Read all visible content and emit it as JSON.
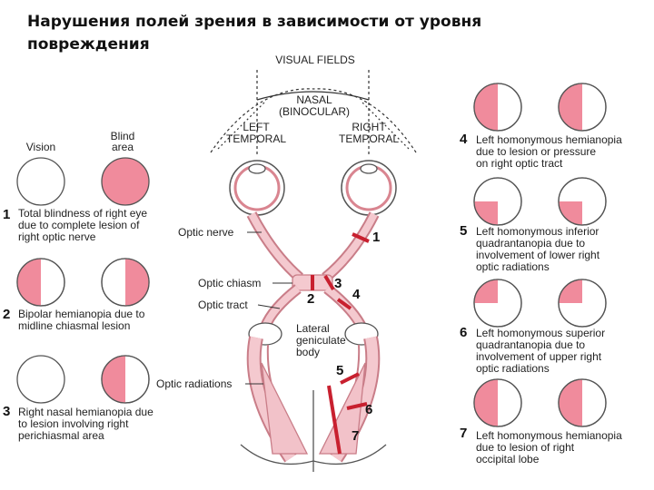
{
  "title": {
    "line1": "Нарушения полей зрения в зависимости от уровня",
    "line2": "повреждения"
  },
  "colors": {
    "defect": "#f08b9c",
    "stroke": "#444444",
    "lesion": "#c8202f",
    "tract": "#e9a6ae"
  },
  "headers": {
    "vision": "Vision",
    "blind_line1": "Blind",
    "blind_line2": "area"
  },
  "diagram": {
    "visual_fields": "VISUAL FIELDS",
    "nasal_line1": "NASAL",
    "nasal_line2": "(BINOCULAR)",
    "left_temporal_line1": "LEFT",
    "left_temporal_line2": "TEMPORAL",
    "right_temporal_line1": "RIGHT",
    "right_temporal_line2": "TEMPORAL",
    "optic_nerve": "Optic nerve",
    "optic_chiasm": "Optic chiasm",
    "optic_tract": "Optic tract",
    "lgb_line1": "Lateral",
    "lgb_line2": "geniculate",
    "lgb_line3": "body",
    "optic_radiations": "Optic radiations",
    "lesion_numbers": [
      "1",
      "2",
      "3",
      "4",
      "5",
      "6",
      "7"
    ]
  },
  "cases": [
    {
      "number": "1",
      "lines": [
        "Total blindness of right eye",
        "due to complete lesion of",
        "right optic nerve"
      ],
      "left_defect": "none",
      "right_defect": "full"
    },
    {
      "number": "2",
      "lines": [
        "Bipolar hemianopia due to",
        "midline chiasmal lesion"
      ],
      "left_defect": "left-half",
      "right_defect": "right-half"
    },
    {
      "number": "3",
      "lines": [
        "Right nasal hemianopia due",
        "to lesion involving right",
        "perichiasmal area"
      ],
      "left_defect": "none",
      "right_defect": "left-half"
    },
    {
      "number": "4",
      "lines": [
        "Left homonymous hemianopia",
        "due to lesion or pressure",
        "on right optic tract"
      ],
      "left_defect": "left-half",
      "right_defect": "left-half"
    },
    {
      "number": "5",
      "lines": [
        "Left homonymous inferior",
        "quadrantanopia due to",
        "involvement of lower right",
        "optic radiations"
      ],
      "left_defect": "lower-left",
      "right_defect": "lower-left"
    },
    {
      "number": "6",
      "lines": [
        "Left homonymous superior",
        "quadrantanopia due to",
        "involvement of upper right",
        "optic radiations"
      ],
      "left_defect": "upper-left",
      "right_defect": "upper-left"
    },
    {
      "number": "7",
      "lines": [
        "Left homonymous hemianopia",
        "due to lesion of right",
        "occipital lobe"
      ],
      "left_defect": "left-half",
      "right_defect": "left-half"
    }
  ]
}
